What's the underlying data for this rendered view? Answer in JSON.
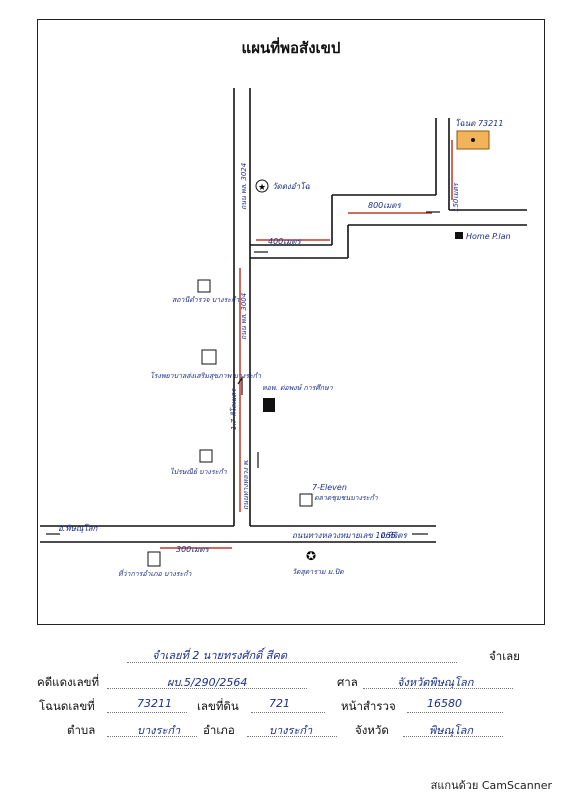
{
  "map": {
    "title": "แผนที่พอสังเขป",
    "roads": {
      "road_upper_left": "ถนน พล. 3024",
      "road_mid": "ถนน พล. 3004",
      "road_lower": "ถนนทางหลวง พ.",
      "highway_bottom": "ถนนทางหลวงหมายเลข 1065",
      "dir_left": "อ.พิษณุโลก",
      "dir_right": "อ.พิจิตร"
    },
    "distances": {
      "d_800_top": "800เมตร",
      "d_150": "150เมตร",
      "d_400": "400เมตร",
      "d_1_7km": "1.7 กิโลเมตร",
      "d_300_bottom": "300เมตร"
    },
    "landmarks": {
      "target": "โฉนด 73211",
      "temple_top": "วัดดงอำโฉ",
      "home_plan": "Home P.lan",
      "police": "สถานีตำรวจ บางระกำ",
      "hospital": "โรงพยาบาลส่งเสริมสุขภาพ บางระกำ",
      "school": "หอพ. ต่อพงษ์ การศึกษา",
      "office": "ไปรษณีย์ บางระกำ",
      "seven_eleven": "7-Eleven",
      "market": "ตลาดชุมชนบางระกำ",
      "district_office": "ที่ว่าการอำเภอ บางระกำ",
      "temple_bottom": "วัดสุดาราม ม.ปิด"
    }
  },
  "form": {
    "header_text": "จำเลย",
    "header_value": "จำเลยที่ 2 นายทรงศักดิ์ สีคด",
    "red_case_label": "คดีแดงเลขที่",
    "red_case_value": "ผบ.5/290/2564",
    "court_label": "ศาล",
    "court_value": "จังหวัดพิษณุโลก",
    "deed_label": "โฉนดเลขที่",
    "deed_value": "73211",
    "land_no_label": "เลขที่ดิน",
    "land_no_value": "721",
    "survey_label": "หน้าสำรวจ",
    "survey_value": "16580",
    "subdistrict_label": "ตำบล",
    "subdistrict_value": "บางระกำ",
    "district_label": "อำเภอ",
    "district_value": "บางระกำ",
    "province_label": "จังหวัด",
    "province_value": "พิษณุโลก"
  },
  "footer": {
    "scanner_text": "สแกนด้วย CamScanner"
  }
}
